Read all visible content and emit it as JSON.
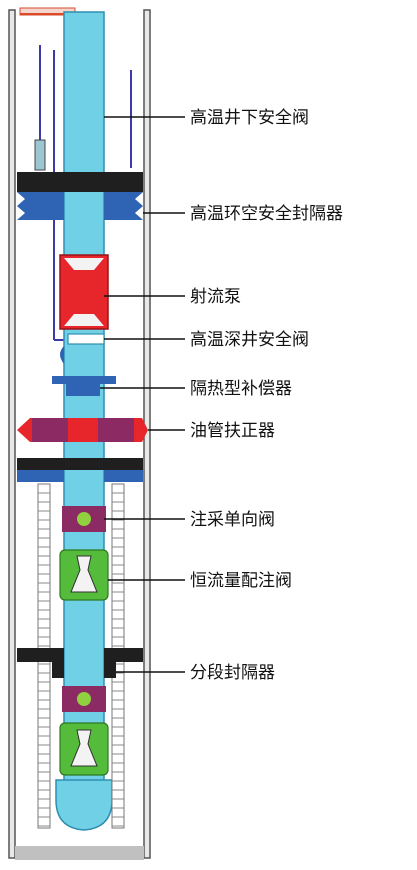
{
  "diagram": {
    "labels": [
      "高温井下安全阀",
      "高温环空安全封隔器",
      "射流泵",
      "高温深井安全阀",
      "隔热型补偿器",
      "油管扶正器",
      "注采单向阀",
      "恒流量配注阀",
      "分段封隔器"
    ]
  },
  "colors": {
    "tubing": "#6fd0e6",
    "tubing_stroke": "#2f8fb0",
    "casing": "#e8e8e8",
    "casing_stroke": "#555555",
    "packer_black": "#1f1f1f",
    "packer_blue": "#2f63b4",
    "pump_red": "#e6262b",
    "centralizer_purple": "#8b2a63",
    "valve_green": "#55bb3a",
    "check_valve_dot": "#8fd13e",
    "ruler": "#888888",
    "bottom": "#c0c0c0",
    "line": "#111111"
  }
}
